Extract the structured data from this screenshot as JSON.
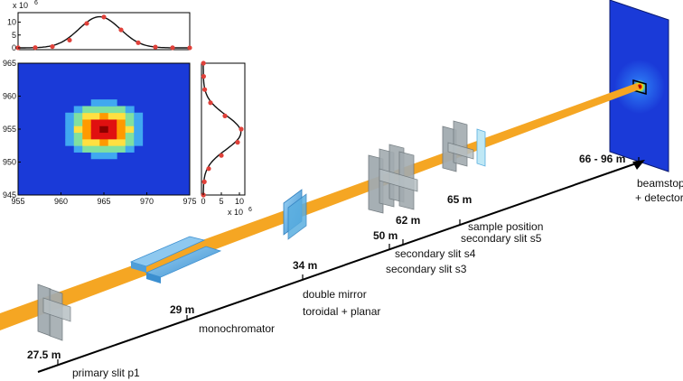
{
  "distances": {
    "d27": "27.5 m",
    "d29": "29 m",
    "d34": "34 m",
    "d50": "50 m",
    "d62": "62 m",
    "d65": "65 m",
    "d66": "66 - 96  m"
  },
  "components": {
    "primary_slit": "primary slit p1",
    "monochromator": "monochromator",
    "mirror_line1": "double mirror",
    "mirror_line2": "toroidal + planar",
    "slit_s4": "secondary slit s4",
    "slit_s3": "secondary slit s3",
    "sample": "sample position",
    "slit_s5": "secondary slit s5",
    "detector_line1": "beamstop",
    "detector_line2": "+ detector"
  },
  "colors": {
    "beam": "#f5a623",
    "axis": "#000000",
    "slit": "#9aa3a8",
    "mirror": "#5aaee0"
  },
  "chart_data": [
    {
      "type": "heatmap",
      "xlim": [
        955,
        975
      ],
      "ylim": [
        945,
        965
      ],
      "xticks": [
        "955",
        "960",
        "965",
        "970",
        "975"
      ],
      "yticks": [
        "945",
        "950",
        "955",
        "960",
        "965"
      ],
      "peak": [
        965,
        955
      ]
    },
    {
      "type": "line",
      "orientation": "horizontal-profile",
      "scale_label": "x 10",
      "scale_exp": "6",
      "yticks": [
        "0",
        "5",
        "10"
      ],
      "ylim": [
        0,
        13
      ],
      "x": [
        955,
        957,
        959,
        961,
        963,
        965,
        967,
        969,
        971,
        973,
        975
      ],
      "values": [
        0.05,
        0.1,
        0.5,
        3,
        9.5,
        12,
        7,
        2,
        0.3,
        0.05,
        0.02
      ]
    },
    {
      "type": "line",
      "orientation": "vertical-profile",
      "scale_label": "x 10",
      "scale_exp": "6",
      "xticks": [
        "0",
        "5",
        "10"
      ],
      "xlim": [
        0,
        11
      ],
      "y": [
        945,
        947,
        949,
        951,
        953,
        955,
        957,
        959,
        961,
        963,
        965
      ],
      "values": [
        0.05,
        0.3,
        1.5,
        5,
        9.5,
        10.5,
        6,
        2,
        0.4,
        0.1,
        0.05
      ]
    }
  ]
}
